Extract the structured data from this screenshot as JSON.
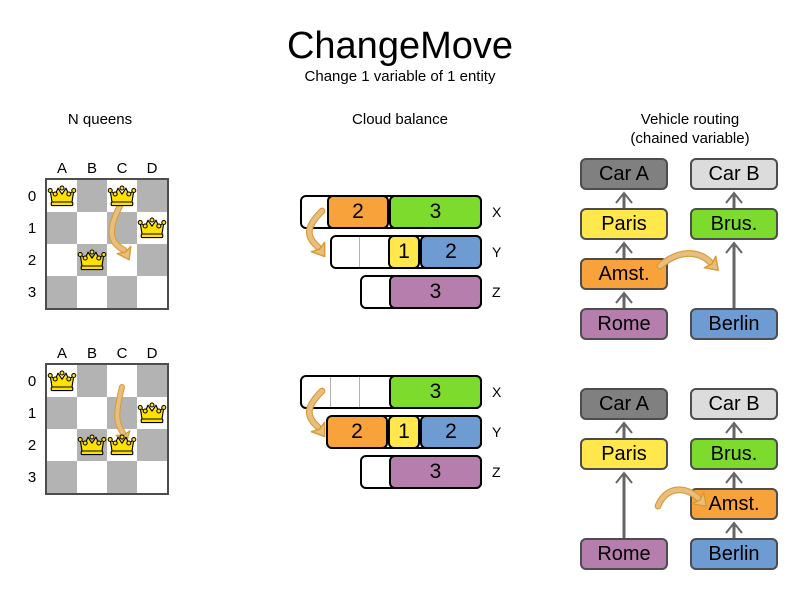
{
  "header": {
    "title": "ChangeMove",
    "subtitle": "Change 1 variable of 1 entity"
  },
  "columns": {
    "nqueens": {
      "heading": "N queens"
    },
    "cloud": {
      "heading": "Cloud balance"
    },
    "routing": {
      "heading_line1": "Vehicle routing",
      "heading_line2": "(chained variable)"
    }
  },
  "colors": {
    "orange": "#F8A23B",
    "green": "#7CDB2C",
    "yellow": "#FFE74C",
    "blue": "#6E9BD1",
    "purple": "#B57EAD",
    "car_a_gray": "#808080",
    "car_b_gray": "#DCDCDC",
    "arrow_tan": "#E8BE7E",
    "arrow_tan_dark": "#D79B35",
    "board_dark": "#B3B3B3",
    "board_light": "#FFFFFF",
    "queen_gold": "#FFE100"
  },
  "nqueens": {
    "files": [
      "A",
      "B",
      "C",
      "D"
    ],
    "ranks": [
      "0",
      "1",
      "2",
      "3"
    ],
    "before": {
      "queens": [
        {
          "file": 0,
          "rank": 0
        },
        {
          "file": 2,
          "rank": 0
        },
        {
          "file": 3,
          "rank": 1
        },
        {
          "file": 1,
          "rank": 2
        }
      ],
      "move": {
        "from_file": 2,
        "from_rank": 0,
        "to_file": 2,
        "to_rank": 2
      }
    },
    "after": {
      "queens": [
        {
          "file": 0,
          "rank": 0
        },
        {
          "file": 3,
          "rank": 1
        },
        {
          "file": 1,
          "rank": 2
        },
        {
          "file": 2,
          "rank": 2
        }
      ],
      "move": {
        "from_file": 2,
        "from_rank": 0,
        "to_file": 2,
        "to_rank": 2
      }
    }
  },
  "cloud_balance": {
    "before": {
      "rows": [
        {
          "label": "X",
          "start": 0,
          "empty_slots": 1,
          "segments": [
            {
              "value": "2",
              "color": "#F8A23B",
              "width": 62
            },
            {
              "value": "3",
              "color": "#7CDB2C",
              "width": 93
            }
          ]
        },
        {
          "label": "Y",
          "start": 30,
          "empty_slots": 2,
          "segments": [
            {
              "value": "1",
              "color": "#FFE74C",
              "width": 32
            },
            {
              "value": "2",
              "color": "#6E9BD1",
              "width": 62
            }
          ]
        },
        {
          "label": "Z",
          "start": 60,
          "empty_slots": 1,
          "segments": [
            {
              "value": "3",
              "color": "#B57EAD",
              "width": 93
            }
          ]
        }
      ]
    },
    "after": {
      "rows": [
        {
          "label": "X",
          "start": 0,
          "empty_slots": 3,
          "segments": [
            {
              "value": "3",
              "color": "#7CDB2C",
              "width": 93
            }
          ]
        },
        {
          "label": "Y",
          "start": 30,
          "empty_slots": 0,
          "segments": [
            {
              "value": "2",
              "color": "#F8A23B",
              "width": 62
            },
            {
              "value": "1",
              "color": "#FFE74C",
              "width": 32
            },
            {
              "value": "2",
              "color": "#6E9BD1",
              "width": 62
            }
          ]
        },
        {
          "label": "Z",
          "start": 60,
          "empty_slots": 1,
          "segments": [
            {
              "value": "3",
              "color": "#B57EAD",
              "width": 93
            }
          ]
        }
      ]
    }
  },
  "routing": {
    "before": {
      "chain_a": [
        {
          "label": "Car A",
          "color": "#808080"
        },
        {
          "label": "Paris",
          "color": "#FFE74C"
        },
        {
          "label": "Amst.",
          "color": "#F8A23B"
        },
        {
          "label": "Rome",
          "color": "#B57EAD"
        }
      ],
      "chain_b": [
        {
          "label": "Car B",
          "color": "#DCDCDC"
        },
        {
          "label": "Brus.",
          "color": "#7CDB2C"
        },
        {
          "label": "Berlin",
          "color": "#6E9BD1"
        }
      ]
    },
    "after": {
      "chain_a": [
        {
          "label": "Car A",
          "color": "#808080"
        },
        {
          "label": "Paris",
          "color": "#FFE74C"
        },
        {
          "label": "Rome",
          "color": "#B57EAD"
        }
      ],
      "chain_b": [
        {
          "label": "Car B",
          "color": "#DCDCDC"
        },
        {
          "label": "Brus.",
          "color": "#7CDB2C"
        },
        {
          "label": "Amst.",
          "color": "#F8A23B"
        },
        {
          "label": "Berlin",
          "color": "#6E9BD1"
        }
      ]
    }
  }
}
